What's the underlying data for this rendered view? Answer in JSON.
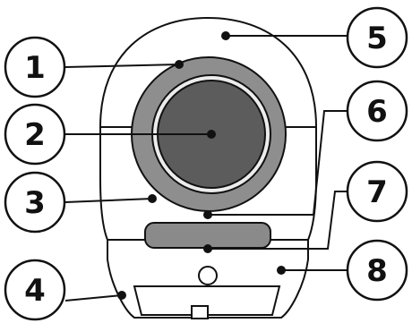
{
  "callouts": [
    {
      "number": "1"
    },
    {
      "number": "2"
    },
    {
      "number": "3"
    },
    {
      "number": "4"
    },
    {
      "number": "5"
    },
    {
      "number": "6"
    },
    {
      "number": "7"
    },
    {
      "number": "8"
    }
  ],
  "colors": {
    "outline": "#111111",
    "ring": "#8e8e8e",
    "window": "#5c5c5c",
    "drawer": "#8a8a8a",
    "body": "#ffffff"
  }
}
